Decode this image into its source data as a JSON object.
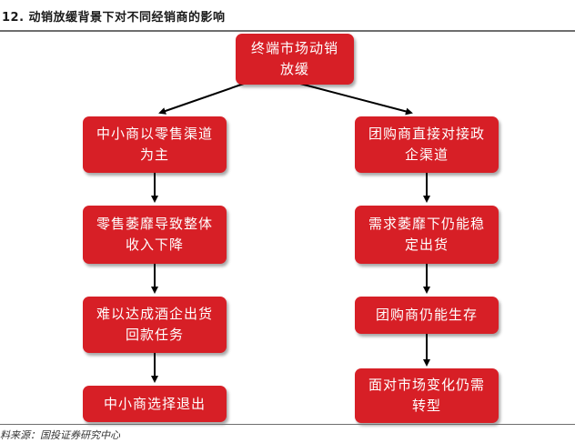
{
  "figure": {
    "title": "12. 动销放缓背景下对不同经销商的影响",
    "source": "料来源：国投证券研究中心"
  },
  "nodes": {
    "root": "终端市场动销放缓",
    "left_1": "中小商以零售渠道为主",
    "left_2": "零售萎靡导致整体收入下降",
    "left_3": "难以达成酒企出货回款任务",
    "left_4": "中小商选择退出",
    "right_1": "团购商直接对接政企渠道",
    "right_2": "需求萎靡下仍能稳定出货",
    "right_3": "团购商仍能生存",
    "right_4": "面对市场变化仍需转型"
  },
  "colors": {
    "node_fill": "#d71f26",
    "node_text": "#ffffff",
    "connector": "#000000"
  }
}
